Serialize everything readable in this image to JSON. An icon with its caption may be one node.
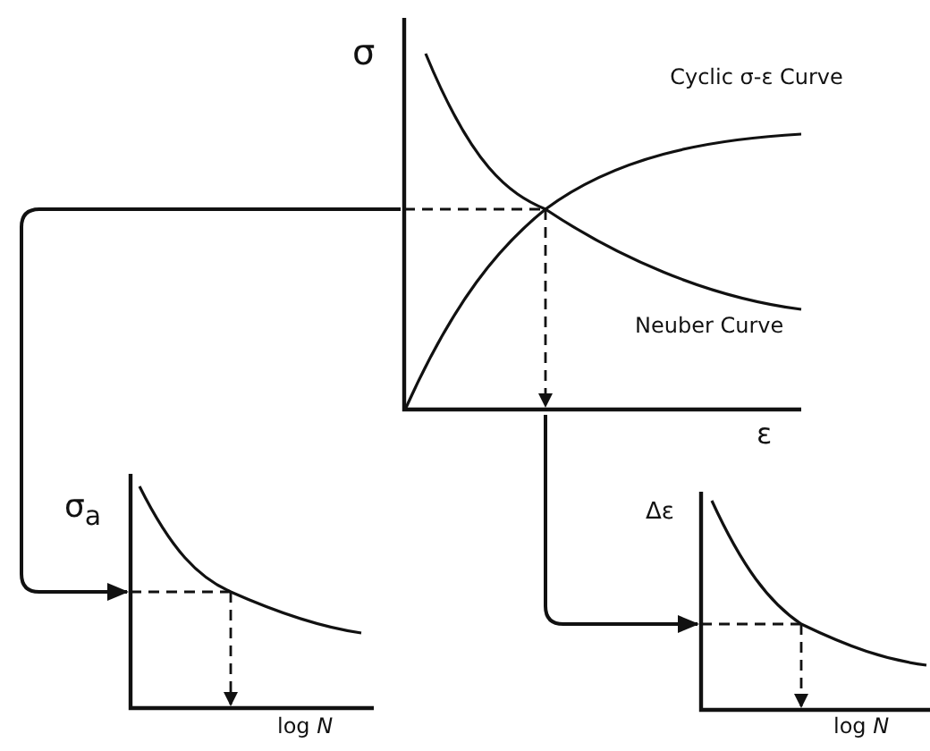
{
  "diagram": {
    "nodes": [
      {
        "text": [],
        "shape": "picture"
      },
      {
        "text": [],
        "shape": "picture"
      },
      {
        "text": [],
        "shape": "picture"
      }
    ],
    "edges": [
      {
        "from": 0,
        "to": 1,
        "arrow": "to"
      },
      {
        "from": 0,
        "to": 2,
        "arrow": "to"
      }
    ],
    "labels": [
      "σ",
      "Cyclic σ-ε Curve",
      "Neuber Curve",
      "ε",
      "σ$_{a}$",
      "log *N*",
      "Δε",
      "log *N*"
    ]
  }
}
